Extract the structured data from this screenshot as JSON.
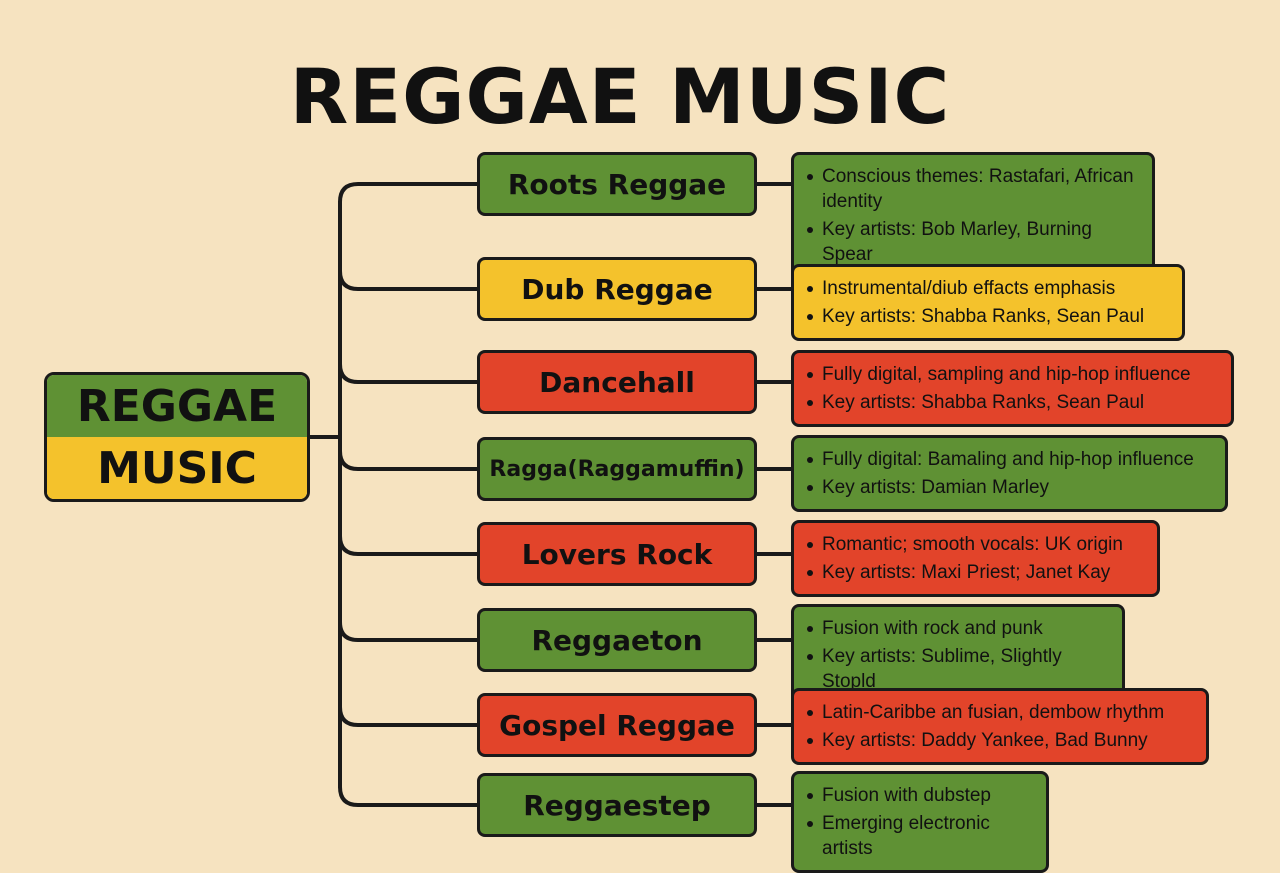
{
  "title": "REGGAE MUSIC",
  "root": {
    "line1": "REGGAE",
    "line2": "MUSIC"
  },
  "colors": {
    "green": "#5f9134",
    "yellow": "#f4c22c",
    "red": "#e2442a",
    "background": "#f6e3c0",
    "stroke": "#1a1a1a"
  },
  "branches": [
    {
      "label": "Roots Reggae",
      "color": "green",
      "details": [
        "Conscious themes: Rastafari, African identity",
        "Key artists: Bob Marley, Burning Spear"
      ]
    },
    {
      "label": "Dub Reggae",
      "color": "yellow",
      "details": [
        "Instrumental/diub effacts emphasis",
        "Key artists: Shabba Ranks, Sean Paul"
      ]
    },
    {
      "label": "Dancehall",
      "color": "red",
      "details": [
        "Fully digital, sampling and hip-hop influence",
        "Key artists: Shabba Ranks, Sean Paul"
      ]
    },
    {
      "label": "Ragga(Raggamuffin)",
      "color": "green",
      "details": [
        "Fully digital: Bamaling and hip-hop influence",
        "Key artists: Damian Marley"
      ]
    },
    {
      "label": "Lovers Rock",
      "color": "red",
      "details": [
        "Romantic; smooth vocals: UK origin",
        "Key artists: Maxi Priest; Janet Kay"
      ]
    },
    {
      "label": "Reggaeton",
      "color": "green",
      "details": [
        "Fusion with rock and punk",
        "Key artists: Sublime, Slightly Stopld"
      ]
    },
    {
      "label": "Gospel Reggae",
      "color": "red",
      "details": [
        "Latin-Caribbe an fusian, dembow rhythm",
        "Key artists: Daddy Yankee, Bad Bunny"
      ]
    },
    {
      "label": "Reggaestep",
      "color": "green",
      "details": [
        "Fusion with dubstep",
        "Emerging electronic artists"
      ]
    }
  ]
}
